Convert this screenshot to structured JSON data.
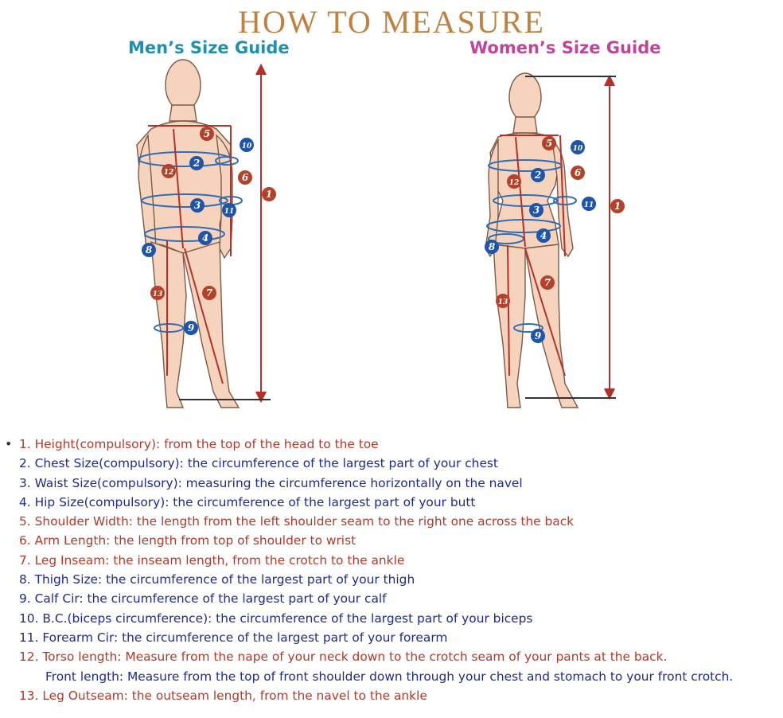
{
  "title": "HOW TO MEASURE",
  "men_label": "Men’s Size Guide",
  "women_label": "Women’s Size Guide",
  "colors": {
    "title": "#c0813f",
    "men_label": "#1f8fb0",
    "women_label": "#c0449a",
    "skin": "#f6d3bd",
    "skin_outline": "#7a5a48",
    "arrow": "#b3312a",
    "tape": "#2c6db6",
    "red_badge": "#b3422a",
    "blue_badge": "#1f55a8",
    "list_blue": "#1e2a8c",
    "list_red": "#b03a2a"
  },
  "instructions": [
    {
      "text": "1. Height(compulsory): from the top of the head to the toe",
      "color": "red"
    },
    {
      "text": "2. Chest Size(compulsory): the circumference of the largest part of your chest",
      "color": "blue"
    },
    {
      "text": "3. Waist Size(compulsory): measuring the circumference horizontally on the navel",
      "color": "blue"
    },
    {
      "text": "4. Hip Size(compulsory): the circumference of the largest part of your butt",
      "color": "blue"
    },
    {
      "text": "5. Shoulder Width: the length from the left shoulder seam to the right one across the back",
      "color": "red"
    },
    {
      "text": "6. Arm Length: the length from top of shoulder to wrist",
      "color": "red"
    },
    {
      "text": "7. Leg Inseam: the inseam length, from the crotch to the ankle",
      "color": "red"
    },
    {
      "text": "8. Thigh Size: the circumference of the largest part of your thigh",
      "color": "blue"
    },
    {
      "text": "9. Calf Cir: the circumference of the largest part of your calf",
      "color": "blue"
    },
    {
      "text": "10. B.C.(biceps circumference): the circumference of the largest part of your biceps",
      "color": "blue"
    },
    {
      "text": "11. Forearm Cir: the circumference of the largest part of your forearm",
      "color": "blue"
    },
    {
      "text": "12. Torso length: Measure from the nape of your neck down to the crotch seam of your pants at the back.",
      "color": "red"
    },
    {
      "text": "Front length: Measure from the top of front shoulder down through your chest and stomach to your front crotch.",
      "color": "blue",
      "indent": true
    },
    {
      "text": "13. Leg Outseam: the outseam length, from the navel to the ankle",
      "color": "red"
    }
  ],
  "badges": [
    "1",
    "2",
    "3",
    "4",
    "5",
    "6",
    "7",
    "8",
    "9",
    "10",
    "11",
    "12",
    "13"
  ]
}
